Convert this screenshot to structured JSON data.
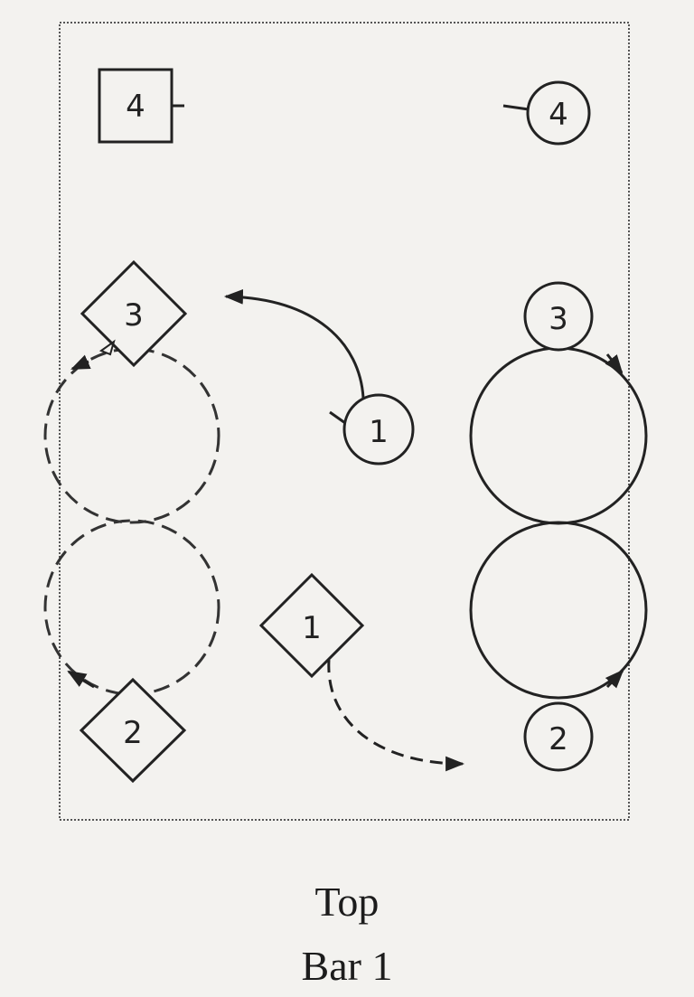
{
  "dancers": {
    "women": [
      {
        "number": "4",
        "shape": "square"
      },
      {
        "number": "3",
        "shape": "diamond"
      },
      {
        "number": "1",
        "shape": "diamond"
      },
      {
        "number": "2",
        "shape": "diamond"
      }
    ],
    "men": [
      {
        "number": "4",
        "shape": "circle"
      },
      {
        "number": "1",
        "shape": "circle"
      },
      {
        "number": "3",
        "shape": "circle"
      },
      {
        "number": "2",
        "shape": "circle"
      }
    ]
  },
  "paths": {
    "left_loops": "dashed",
    "right_loops": "solid",
    "man_1_curve": "solid",
    "woman_1_curve": "dashed"
  },
  "caption": {
    "title": "Top",
    "bar": "Bar 1"
  }
}
